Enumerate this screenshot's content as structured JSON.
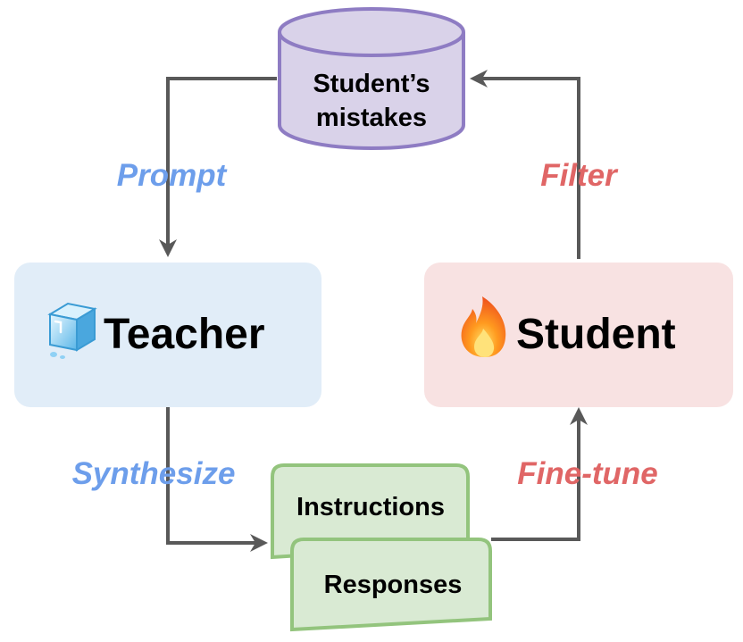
{
  "nodes": {
    "mistakes": {
      "line1": "Student’s",
      "line2": "mistakes"
    },
    "teacher": {
      "label": "Teacher",
      "icon": "ice-cube-icon"
    },
    "student": {
      "label": "Student",
      "icon": "fire-icon"
    },
    "instructions": {
      "label": "Instructions"
    },
    "responses": {
      "label": "Responses"
    }
  },
  "edges": {
    "prompt": "Prompt",
    "filter": "Filter",
    "synthesize": "Synthesize",
    "finetune": "Fine-tune"
  },
  "colors": {
    "blue_label": "#6d9eeb",
    "red_label": "#e06666",
    "arrow": "#595959",
    "db_fill": "#d9d2e9",
    "db_stroke": "#8e7cc3",
    "teacher_fill": "#e1edf8",
    "student_fill": "#f8e2e2",
    "doc_fill": "#d9ead3",
    "doc_stroke": "#93c47d"
  }
}
